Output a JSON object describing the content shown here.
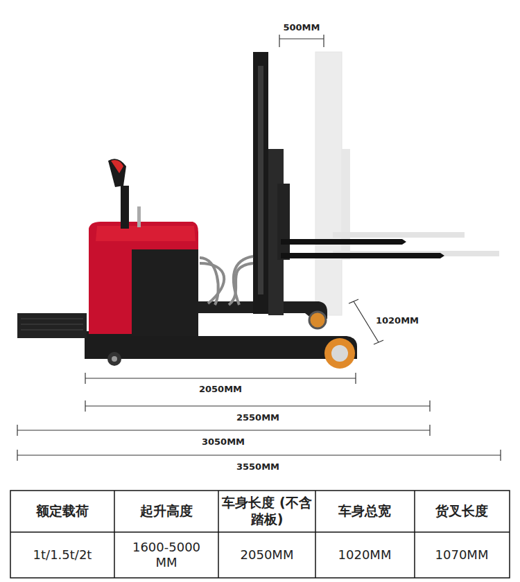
{
  "diagram": {
    "labels": [
      "500MM",
      "1020MM",
      "2050MM",
      "2550MM",
      "3050MM",
      "3550MM",
      "额定载荷",
      "起升高度",
      "车身长度 (不含踏板)",
      "车身总宽",
      "货叉长度",
      "1t/1.5t/2t",
      "1600-5000 MM",
      "2050MM",
      "1020MM",
      "1070MM"
    ]
  }
}
